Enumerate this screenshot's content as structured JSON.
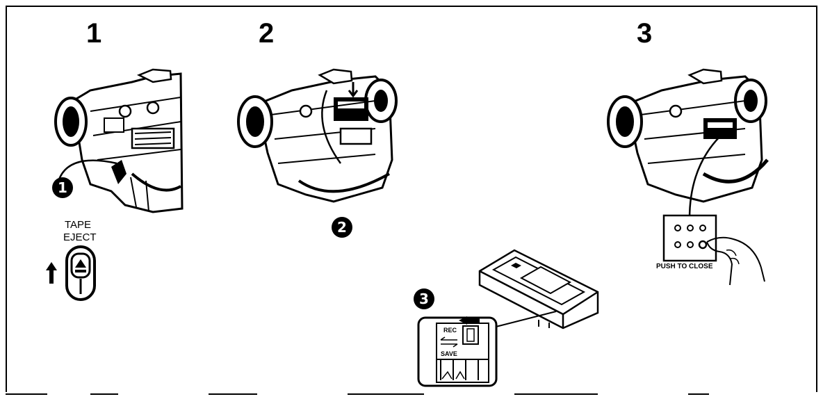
{
  "steps": [
    "1",
    "2",
    "3"
  ],
  "markers": [
    "1",
    "2",
    "3"
  ],
  "labels": {
    "tape": "TAPE",
    "eject": "EJECT",
    "push_to_close": "PUSH TO CLOSE",
    "rec": "REC",
    "save": "SAVE"
  },
  "icons": {
    "eject": "eject-icon",
    "up_arrow": "up-arrow-icon",
    "left_arrow": "left-arrow-icon"
  }
}
